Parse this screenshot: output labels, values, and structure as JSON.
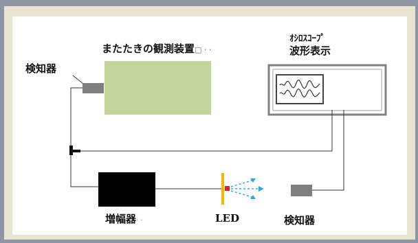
{
  "diagram": {
    "title": "またたきの観測装置",
    "title_trailing": "□ · ·",
    "oscilloscope_line1": "ｵｼﾛｽｺｰﾌﾟ",
    "oscilloscope_line2": "波形表示",
    "detector_left_label": "検知器",
    "detector_right_label": "検知器",
    "amplifier_label": "増幅器",
    "amplifier_trailing": "· ·",
    "led_label": "LED"
  },
  "colors": {
    "observation_box": "#c3d59a",
    "amplifier": "#000000",
    "detector": "#7f7f7f",
    "led_bar": "#f5b800",
    "led_emitter": "#e0202a",
    "light_arrows": "#2ea8df",
    "wire": "#333333",
    "scope_frame": "#808080"
  }
}
